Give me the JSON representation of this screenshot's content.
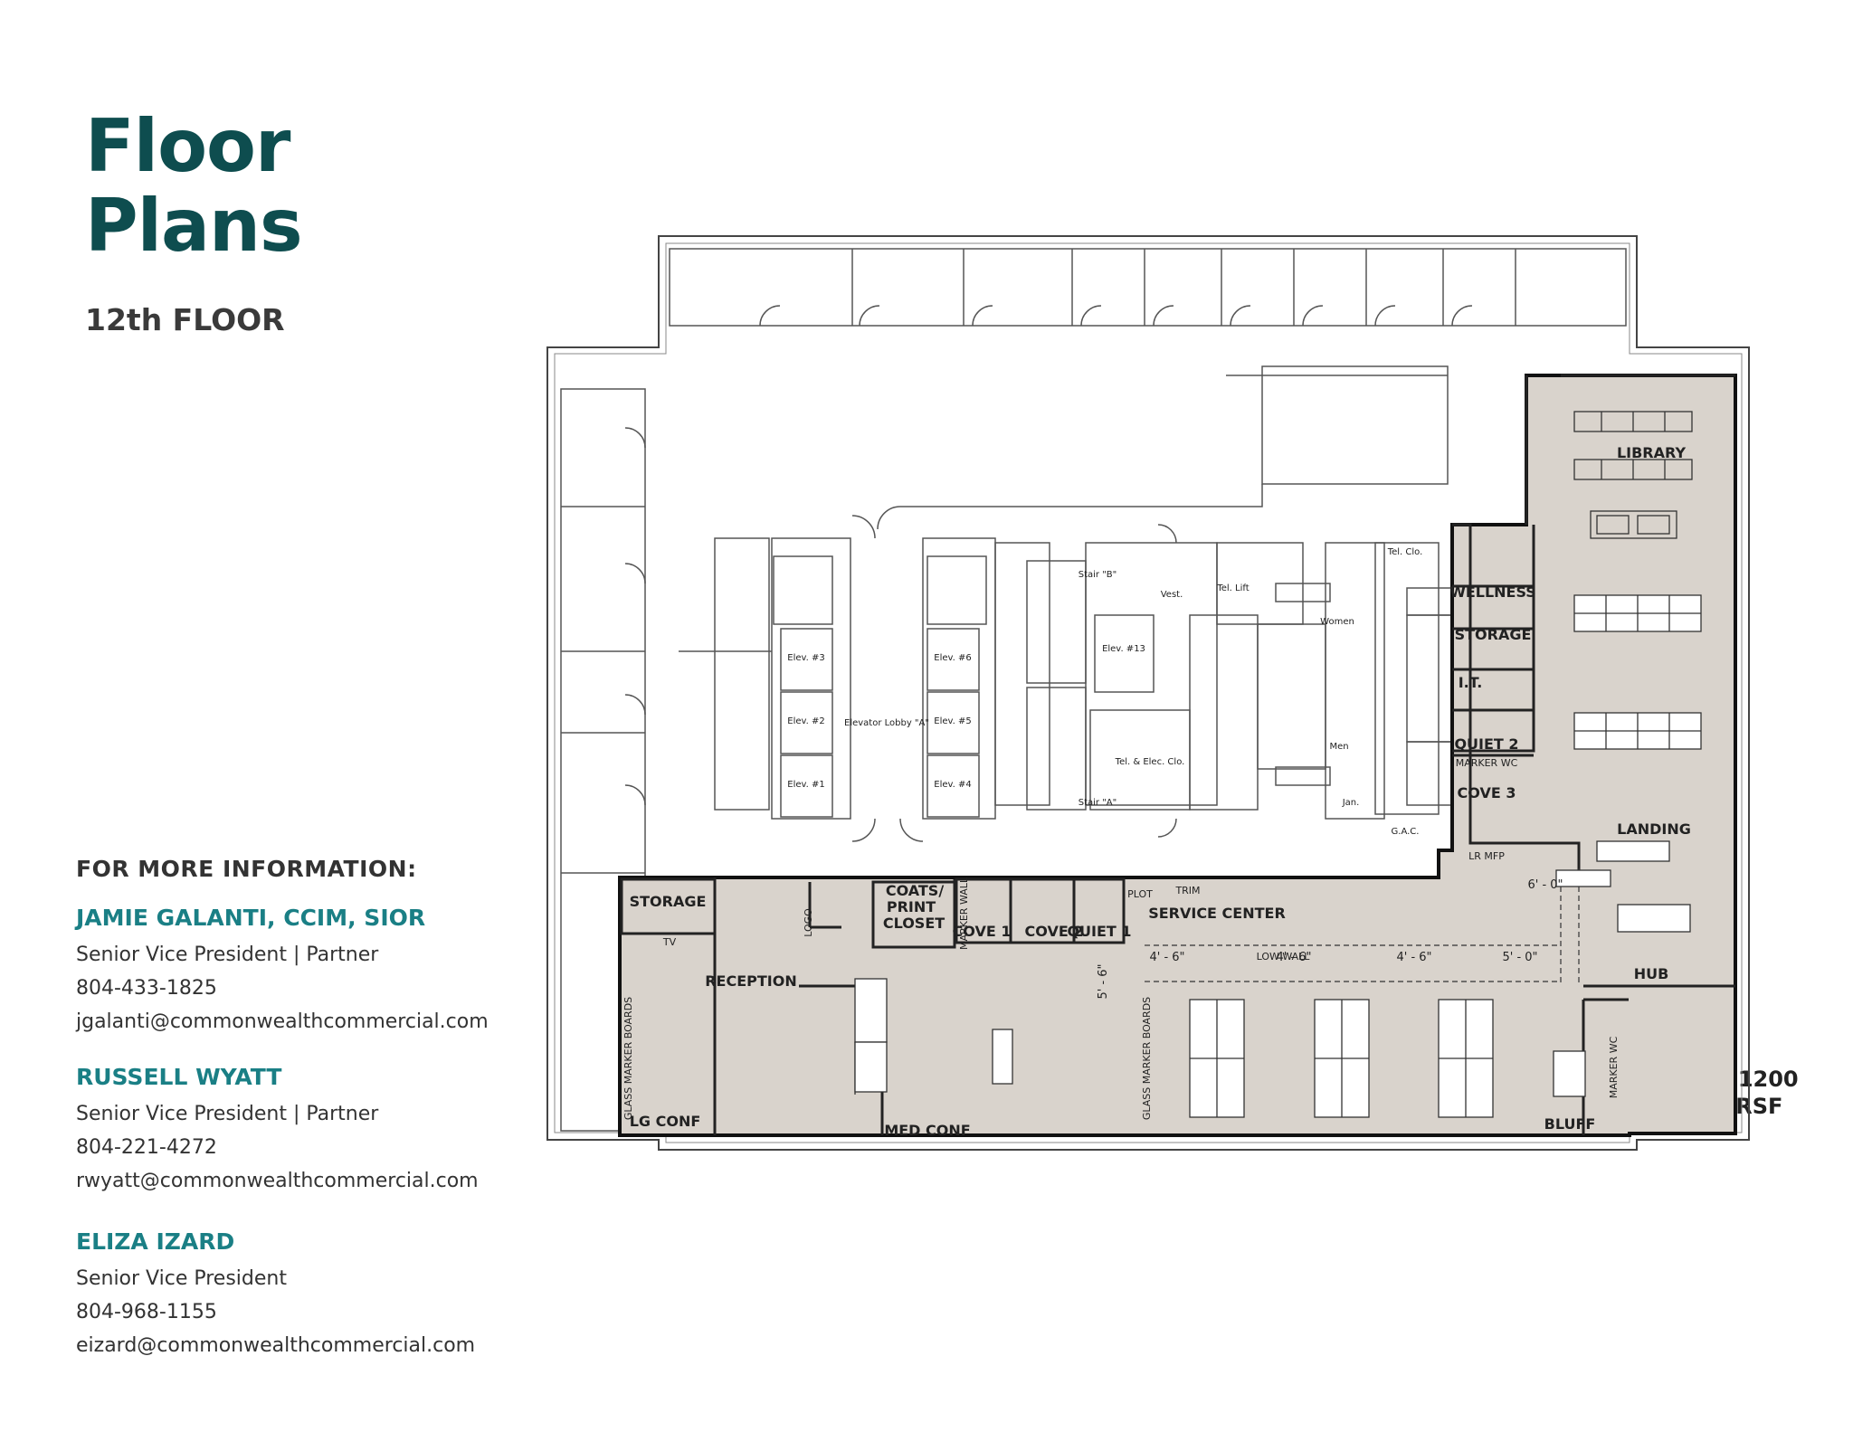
{
  "header": {
    "title_line1": "Floor",
    "title_line2": "Plans",
    "floor": "12th FLOOR"
  },
  "info": {
    "heading": "FOR MORE INFORMATION:",
    "contacts": [
      {
        "name": "JAMIE GALANTI, CCIM, SIOR",
        "title": "Senior Vice President | Partner",
        "phone": "804-433-1825",
        "email": "jgalanti@commonwealthcommercial.com"
      },
      {
        "name": "RUSSELL WYATT",
        "title": "Senior Vice President | Partner",
        "phone": "804-221-4272",
        "email": "rwyatt@commonwealthcommercial.com"
      },
      {
        "name": "ELIZA IZARD",
        "title": "Senior Vice President",
        "phone": "804-968-1155",
        "email": "eizard@commonwealthcommercial.com"
      }
    ]
  },
  "suite": {
    "name": "SUITE 1200",
    "area": "8,411 RSF"
  },
  "plan": {
    "rooms": {
      "library": "LIBRARY",
      "wellness": "WELLNESS",
      "storage_right": "STORAGE",
      "it": "I.T.",
      "quiet2": "QUIET 2",
      "marker_wc": "MARKER WC",
      "cove3": "COVE 3",
      "landing": "LANDING",
      "lr_mfp": "LR MFP",
      "hub": "HUB",
      "storage_left": "STORAGE",
      "coats1": "COATS/",
      "coats2": "PRINT",
      "coats3": "CLOSET",
      "cove1": "COVE 1",
      "cove2": "COVE 2",
      "quiet1": "QUIET 1",
      "plot": "PLOT",
      "trim": "TRIM",
      "service_center": "SERVICE CENTER",
      "reception": "RECEPTION",
      "logo": "LOGO",
      "tv": "TV",
      "lg_conf": "LG CONF",
      "med_conf": "MED CONF",
      "bluff": "BLUFF",
      "low_wall": "LOW WALL",
      "glass_boards": "GLASS MARKER BOARDS",
      "marker_wc_side": "MARKER WC",
      "marker_wall": "MARKER WALL"
    },
    "core": {
      "elev3": "Elev. #3",
      "elev2": "Elev. #2",
      "elev1": "Elev. #1",
      "elev6": "Elev. #6",
      "elev5": "Elev. #5",
      "elev4": "Elev. #4",
      "elev13": "Elev. #13",
      "lobby": "Elevator Lobby \"A\"",
      "stair_b": "Stair \"B\"",
      "stair_a": "Stair \"A\"",
      "vest": "Vest.",
      "tel_lift": "Tel. Lift",
      "women": "Women",
      "men": "Men",
      "tel_elec": "Tel. & Elec. Clo.",
      "jan": "Jan.",
      "tel_clo": "Tel. Clo.",
      "gac": "G.A.C."
    },
    "dims": {
      "d1": "4' - 6\"",
      "d2": "4' - 6\"",
      "d3": "4' - 6\"",
      "d4": "5' - 0\"",
      "d5": "6' - 0\"",
      "d6": "5' - 6\""
    }
  },
  "colors": {
    "title": "#0e4d4f",
    "accent": "#1a7f85",
    "suite_fill": "#d9d3cc"
  }
}
